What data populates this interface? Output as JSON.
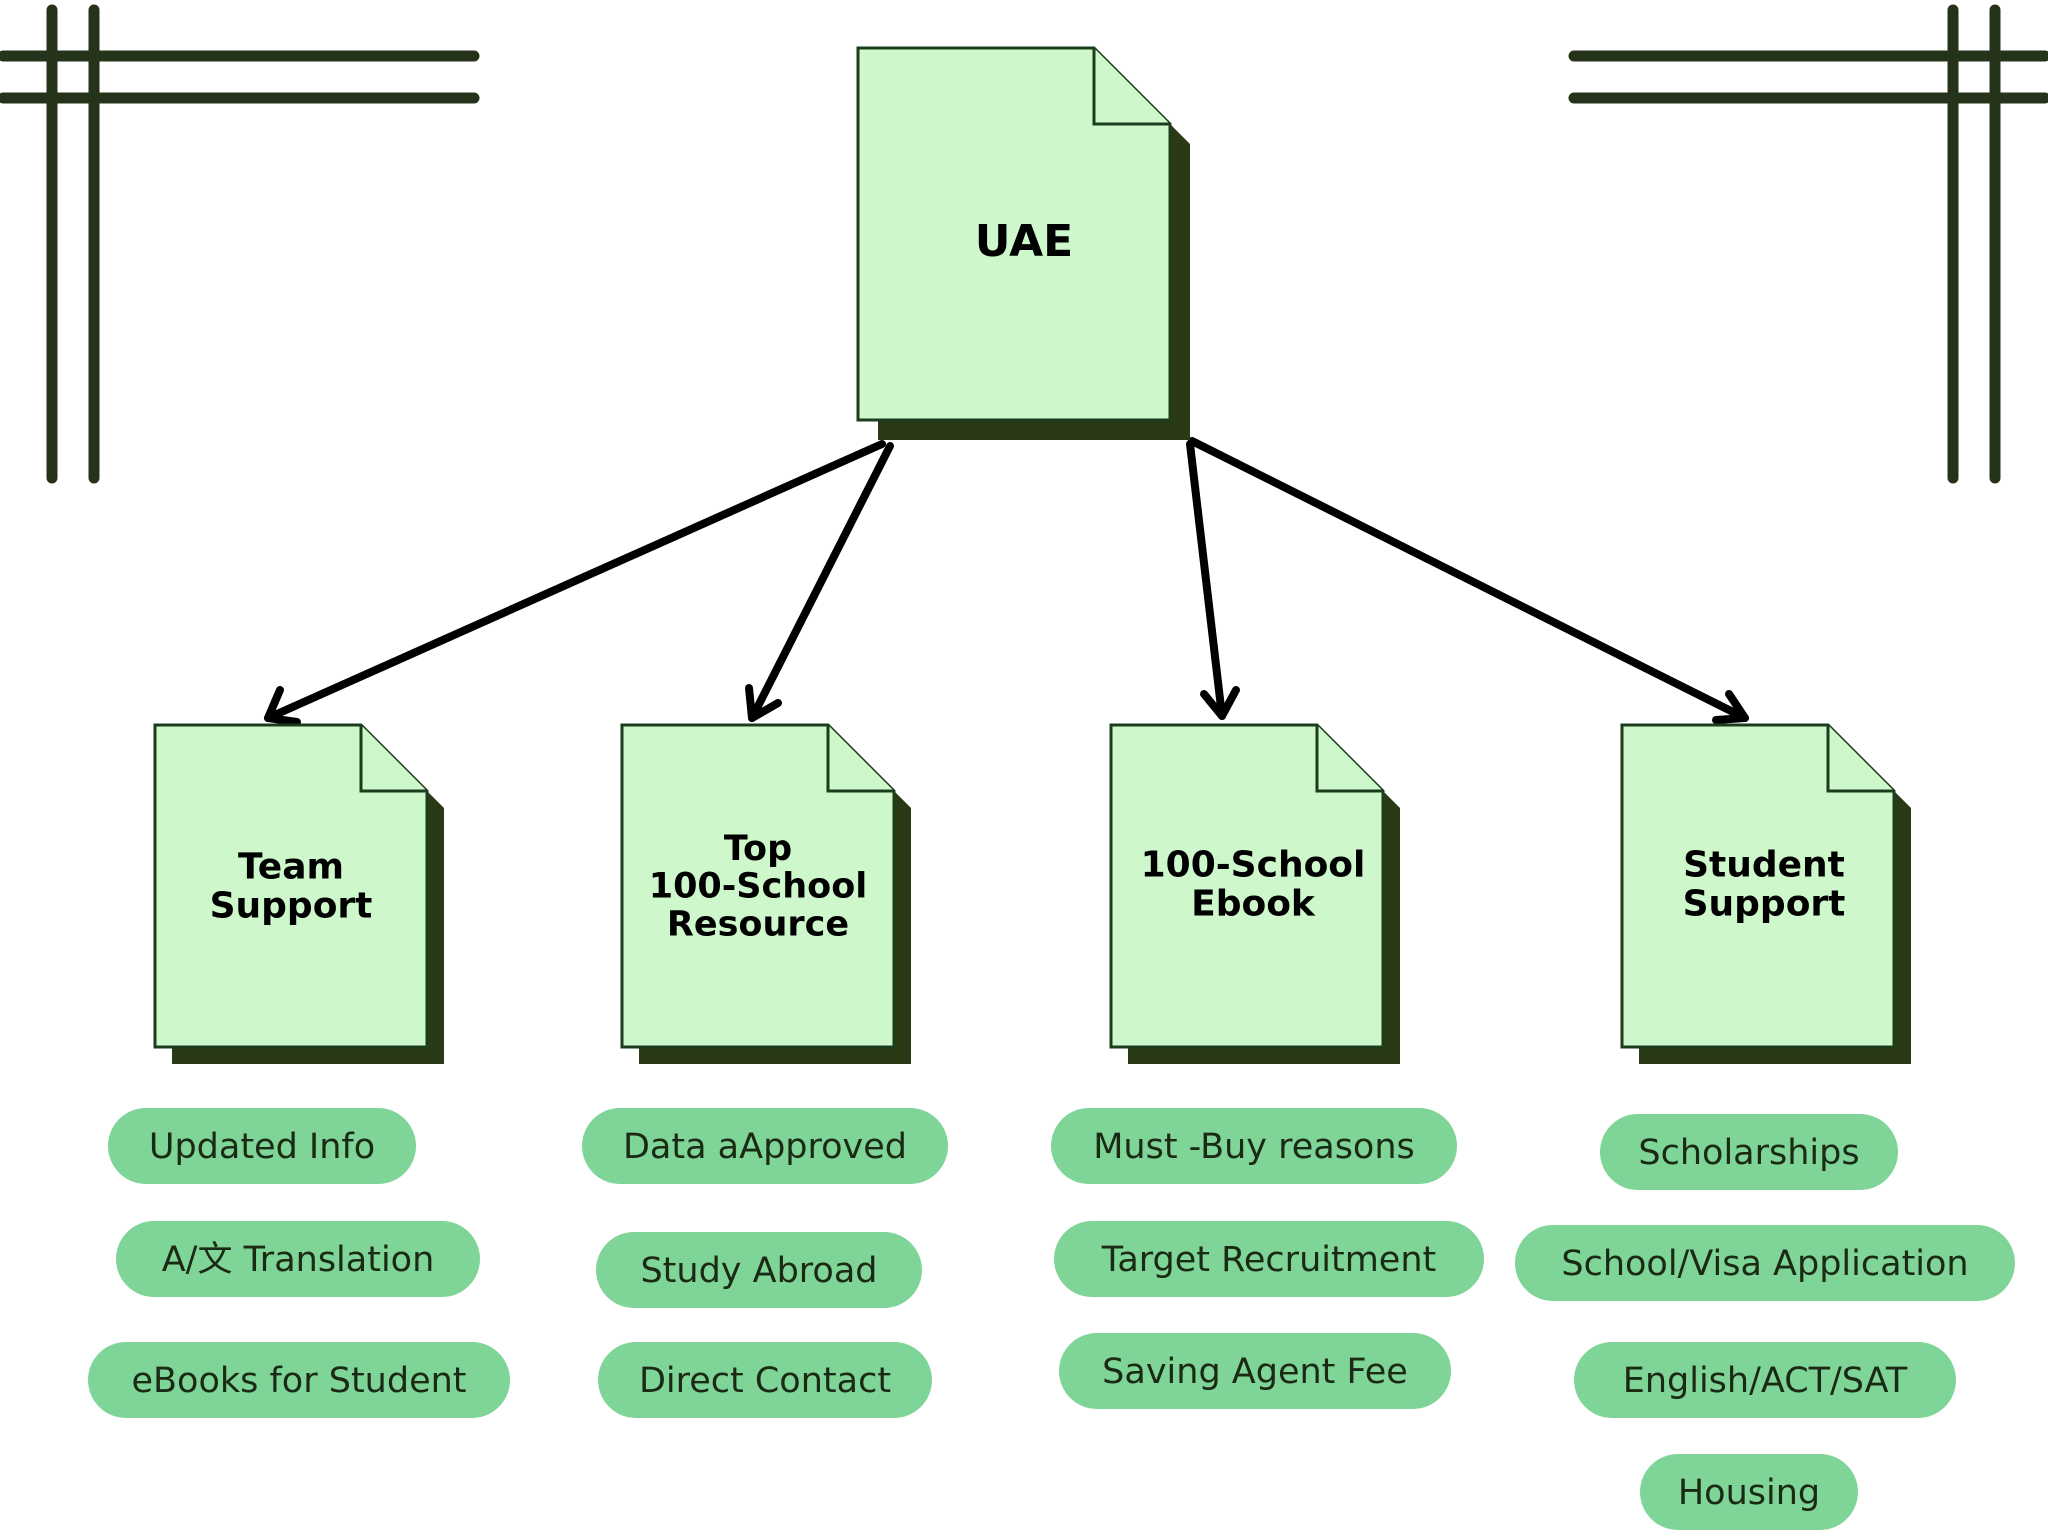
{
  "root": {
    "label": "UAE"
  },
  "categories": [
    {
      "id": "team",
      "title_lines": [
        "Team",
        "Support"
      ],
      "items": [
        "Updated Info",
        "A/文 Translation",
        "eBooks for Student"
      ]
    },
    {
      "id": "resource",
      "title_lines": [
        "Top",
        "100-School",
        "Resource"
      ],
      "items": [
        "Data aApproved",
        "Study Abroad",
        "Direct Contact"
      ]
    },
    {
      "id": "ebook",
      "title_lines": [
        "100-School",
        "Ebook"
      ],
      "items": [
        "Must -Buy reasons",
        "Target Recruitment",
        "Saving Agent Fee"
      ]
    },
    {
      "id": "student",
      "title_lines": [
        "Student",
        "Support"
      ],
      "items": [
        "Scholarships",
        "School/Visa Application",
        "English/ACT/SAT",
        "Housing"
      ]
    }
  ],
  "colors": {
    "doc_fill": "#cff7cc",
    "doc_shadow": "#2a3a16",
    "doc_border": "#1c3d1c",
    "pill_fill": "#7fd497",
    "frame_lines": "#25331a",
    "arrow": "#000000"
  }
}
